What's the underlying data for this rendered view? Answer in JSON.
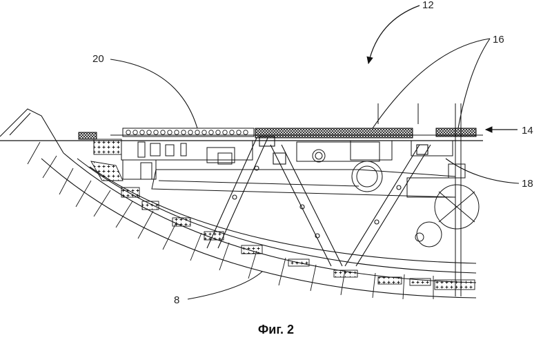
{
  "figure": {
    "caption": "Фиг. 2",
    "reference_labels": {
      "assembly": "12",
      "plate_upper": "16",
      "plane_arrow": "14",
      "strip": "20",
      "bracket": "18",
      "ring": "8"
    }
  }
}
